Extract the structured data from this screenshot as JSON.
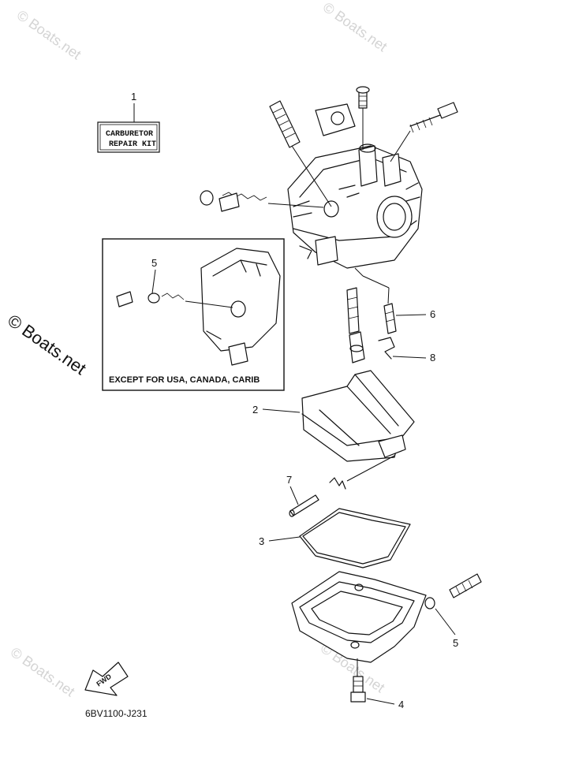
{
  "diagram_code": "6BV1100-J231",
  "kit_label": {
    "line1": "CARBURETOR",
    "line2": "REPAIR KIT"
  },
  "inset_caption": "EXCEPT FOR USA, CANADA, CARIB",
  "fwd_label": "FWD",
  "watermark": "© Boats.net",
  "callouts": {
    "c1": "1",
    "c2": "2",
    "c3": "3",
    "c4": "4",
    "c5_inset": "5",
    "c5_main": "5",
    "c6": "6",
    "c7": "7",
    "c8": "8"
  }
}
